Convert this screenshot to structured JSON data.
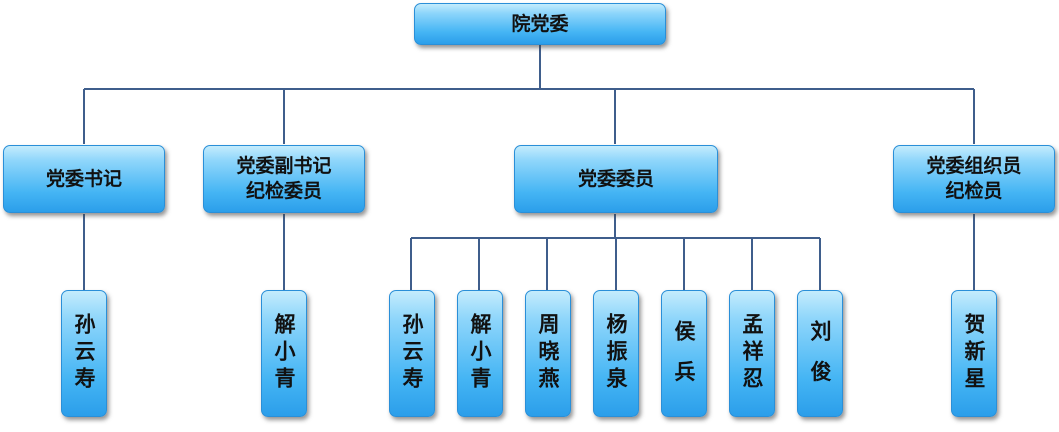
{
  "org": {
    "root": "院党委",
    "sec": "党委书记",
    "dep_l1": "党委副书记",
    "dep_l2": "纪检委员",
    "mem": "党委委员",
    "org_l1": "党委组织员",
    "org_l2": "纪检员",
    "p_sec": "孙云寿",
    "p_dep": "解小青",
    "m1": "孙云寿",
    "m2": "解小青",
    "m3": "周晓燕",
    "m4": "杨振泉",
    "m5": "侯 兵",
    "m6": "孟祥忍",
    "m7": "刘 俊",
    "p_org": "贺新星"
  },
  "colors": {
    "line": "#3f5e8c",
    "box_top": "#c4ecfc",
    "box_bottom": "#2b9eea"
  }
}
